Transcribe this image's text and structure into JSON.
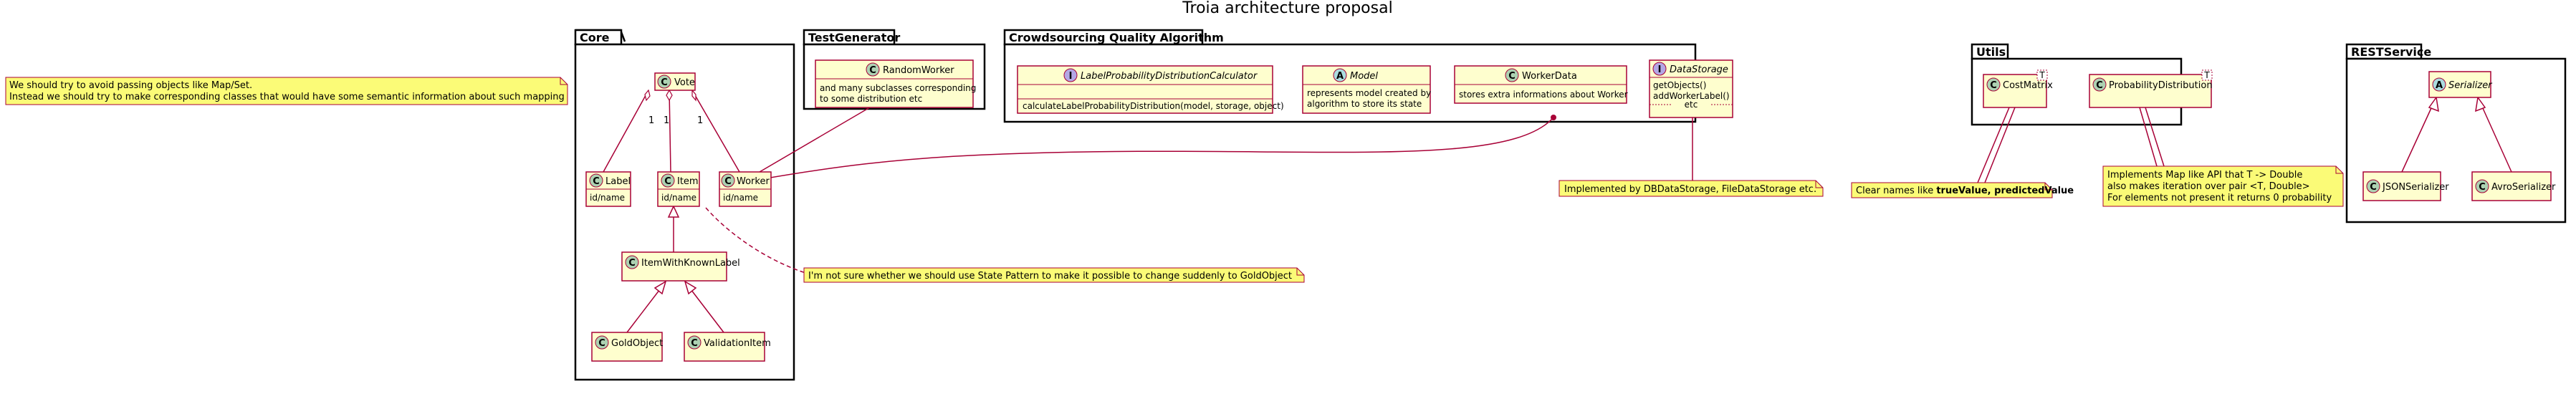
{
  "diagram": {
    "title": "Troia architecture proposal",
    "packages": {
      "core": "Core",
      "testgen": "TestGenerator",
      "crowd": "Crowdsourcing Quality Algorithm",
      "utils": "Utils",
      "rest": "RESTService"
    },
    "stereotypes": {
      "class": "C",
      "interface": "I",
      "abstract": "A"
    },
    "classes": {
      "vote": {
        "name": "Vote"
      },
      "label": {
        "name": "Label",
        "member": "id/name"
      },
      "item": {
        "name": "Item",
        "member": "id/name"
      },
      "worker": {
        "name": "Worker",
        "member": "id/name"
      },
      "itemwkl": {
        "name": "ItemWithKnownLabel"
      },
      "gold": {
        "name": "GoldObject"
      },
      "validation": {
        "name": "ValidationItem"
      },
      "randomworker": {
        "name": "RandomWorker",
        "desc1": "and many subclasses corresponding",
        "desc2": "to some distribution etc"
      },
      "lpdc": {
        "name": "LabelProbabilityDistributionCalculator",
        "member": "calculateLabelProbabilityDistribution(model, storage, object)"
      },
      "model": {
        "name": "Model",
        "desc1": "represents model created by",
        "desc2": "algorithm to store its state"
      },
      "workerdata": {
        "name": "WorkerData",
        "desc1": "stores extra informations about Worker"
      },
      "datastorage": {
        "name": "DataStorage",
        "m1": "getObjects()",
        "m2": "addWorkerLabel()",
        "m3": "etc"
      },
      "costmatrix": {
        "name": "CostMatrix",
        "tparam": "T"
      },
      "probdist": {
        "name": "ProbabilityDistribution",
        "tparam": "T"
      },
      "serializer": {
        "name": "Serializer"
      },
      "json": {
        "name": "JSONSerializer"
      },
      "avro": {
        "name": "AvroSerializer"
      }
    },
    "multiplicities": [
      "1",
      "1",
      "1"
    ],
    "notes": {
      "mapset1": "We should try to avoid passing objects like Map/Set.",
      "mapset2": "Instead we should try to make corresponding classes that would have some semantic information about such mapping",
      "statepattern": "I'm not sure whether we should use State Pattern to make it possible to change suddenly to GoldObject",
      "storage": "Implemented by DBDataStorage, FileDataStorage etc.",
      "names_prefix": "Clear names like ",
      "names_bold": "trueValue, predictedValue",
      "map1": "Implements Map like API that T -> Double",
      "map2": "also makes iteration over pair <T, Double>",
      "map3": "For elements not present it returns 0 probability"
    },
    "colors": {
      "class_fill": "#FEFECE",
      "class_border": "#A80036",
      "note_fill": "#FBFB77",
      "circle_class": "#ADD1B2",
      "circle_interface": "#B4A7E5",
      "circle_abstract": "#A9DCDF",
      "note_link": "#A80036"
    }
  }
}
